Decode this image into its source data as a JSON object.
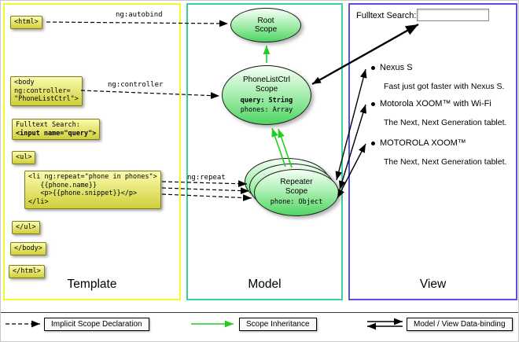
{
  "columns": {
    "template": {
      "label": "Template"
    },
    "model": {
      "label": "Model"
    },
    "view": {
      "label": "View"
    }
  },
  "template_code": {
    "html_open": "<html>",
    "body_open_l1": "<body",
    "body_open_l2": "ng:controller=",
    "body_open_l3": "\"PhoneListCtrl\">",
    "fulltext_l1": "Fulltext Search:",
    "fulltext_l2": "<input name=\"query\">",
    "ul_open": "<ul>",
    "li_l1": "<li ng:repeat=\"phone in phones\">",
    "li_l2": "   {{phone.name}}",
    "li_l3": "   <p>{{phone.snippet}}</p>",
    "li_l4": "</li>",
    "ul_close": "</ul>",
    "body_close": "</body>",
    "html_close": "</html>"
  },
  "arrow_labels": {
    "autobind": "ng:autobind",
    "controller": "ng:controller",
    "repeat": "ng:repeat"
  },
  "model_scopes": {
    "root": {
      "name_l1": "Root",
      "name_l2": "Scope"
    },
    "phonelist": {
      "name_l1": "PhoneListCtrl",
      "name_l2": "Scope",
      "prop_query": "query: String",
      "prop_phones": "phones: Array"
    },
    "repeater": {
      "name_l1": "Repeater",
      "name_l2": "Scope",
      "prop_phone": "phone: Object"
    }
  },
  "view_panel": {
    "search_label": "Fulltext Search:",
    "search_value": "",
    "items": [
      {
        "title": "Nexus S",
        "desc": "Fast just got faster with Nexus S."
      },
      {
        "title": "Motorola XOOM™ with Wi-Fi",
        "desc": "The Next, Next Generation tablet."
      },
      {
        "title": "MOTOROLA XOOM™",
        "desc": "The Next, Next Generation tablet."
      }
    ]
  },
  "legend": {
    "implicit": "Implicit Scope Declaration",
    "inheritance": "Scope Inheritance",
    "binding": "Model / View Data-binding"
  },
  "colors": {
    "template_border": "#f6f62c",
    "model_border": "#3ecf9e",
    "view_border": "#5a50e0",
    "code_box_top": "#fcfcaf",
    "code_box_bottom": "#cfcf3a",
    "scope_fill_top": "#f6fff6",
    "scope_fill_bottom": "#4fd463",
    "inheritance_green": "#22cc22"
  }
}
